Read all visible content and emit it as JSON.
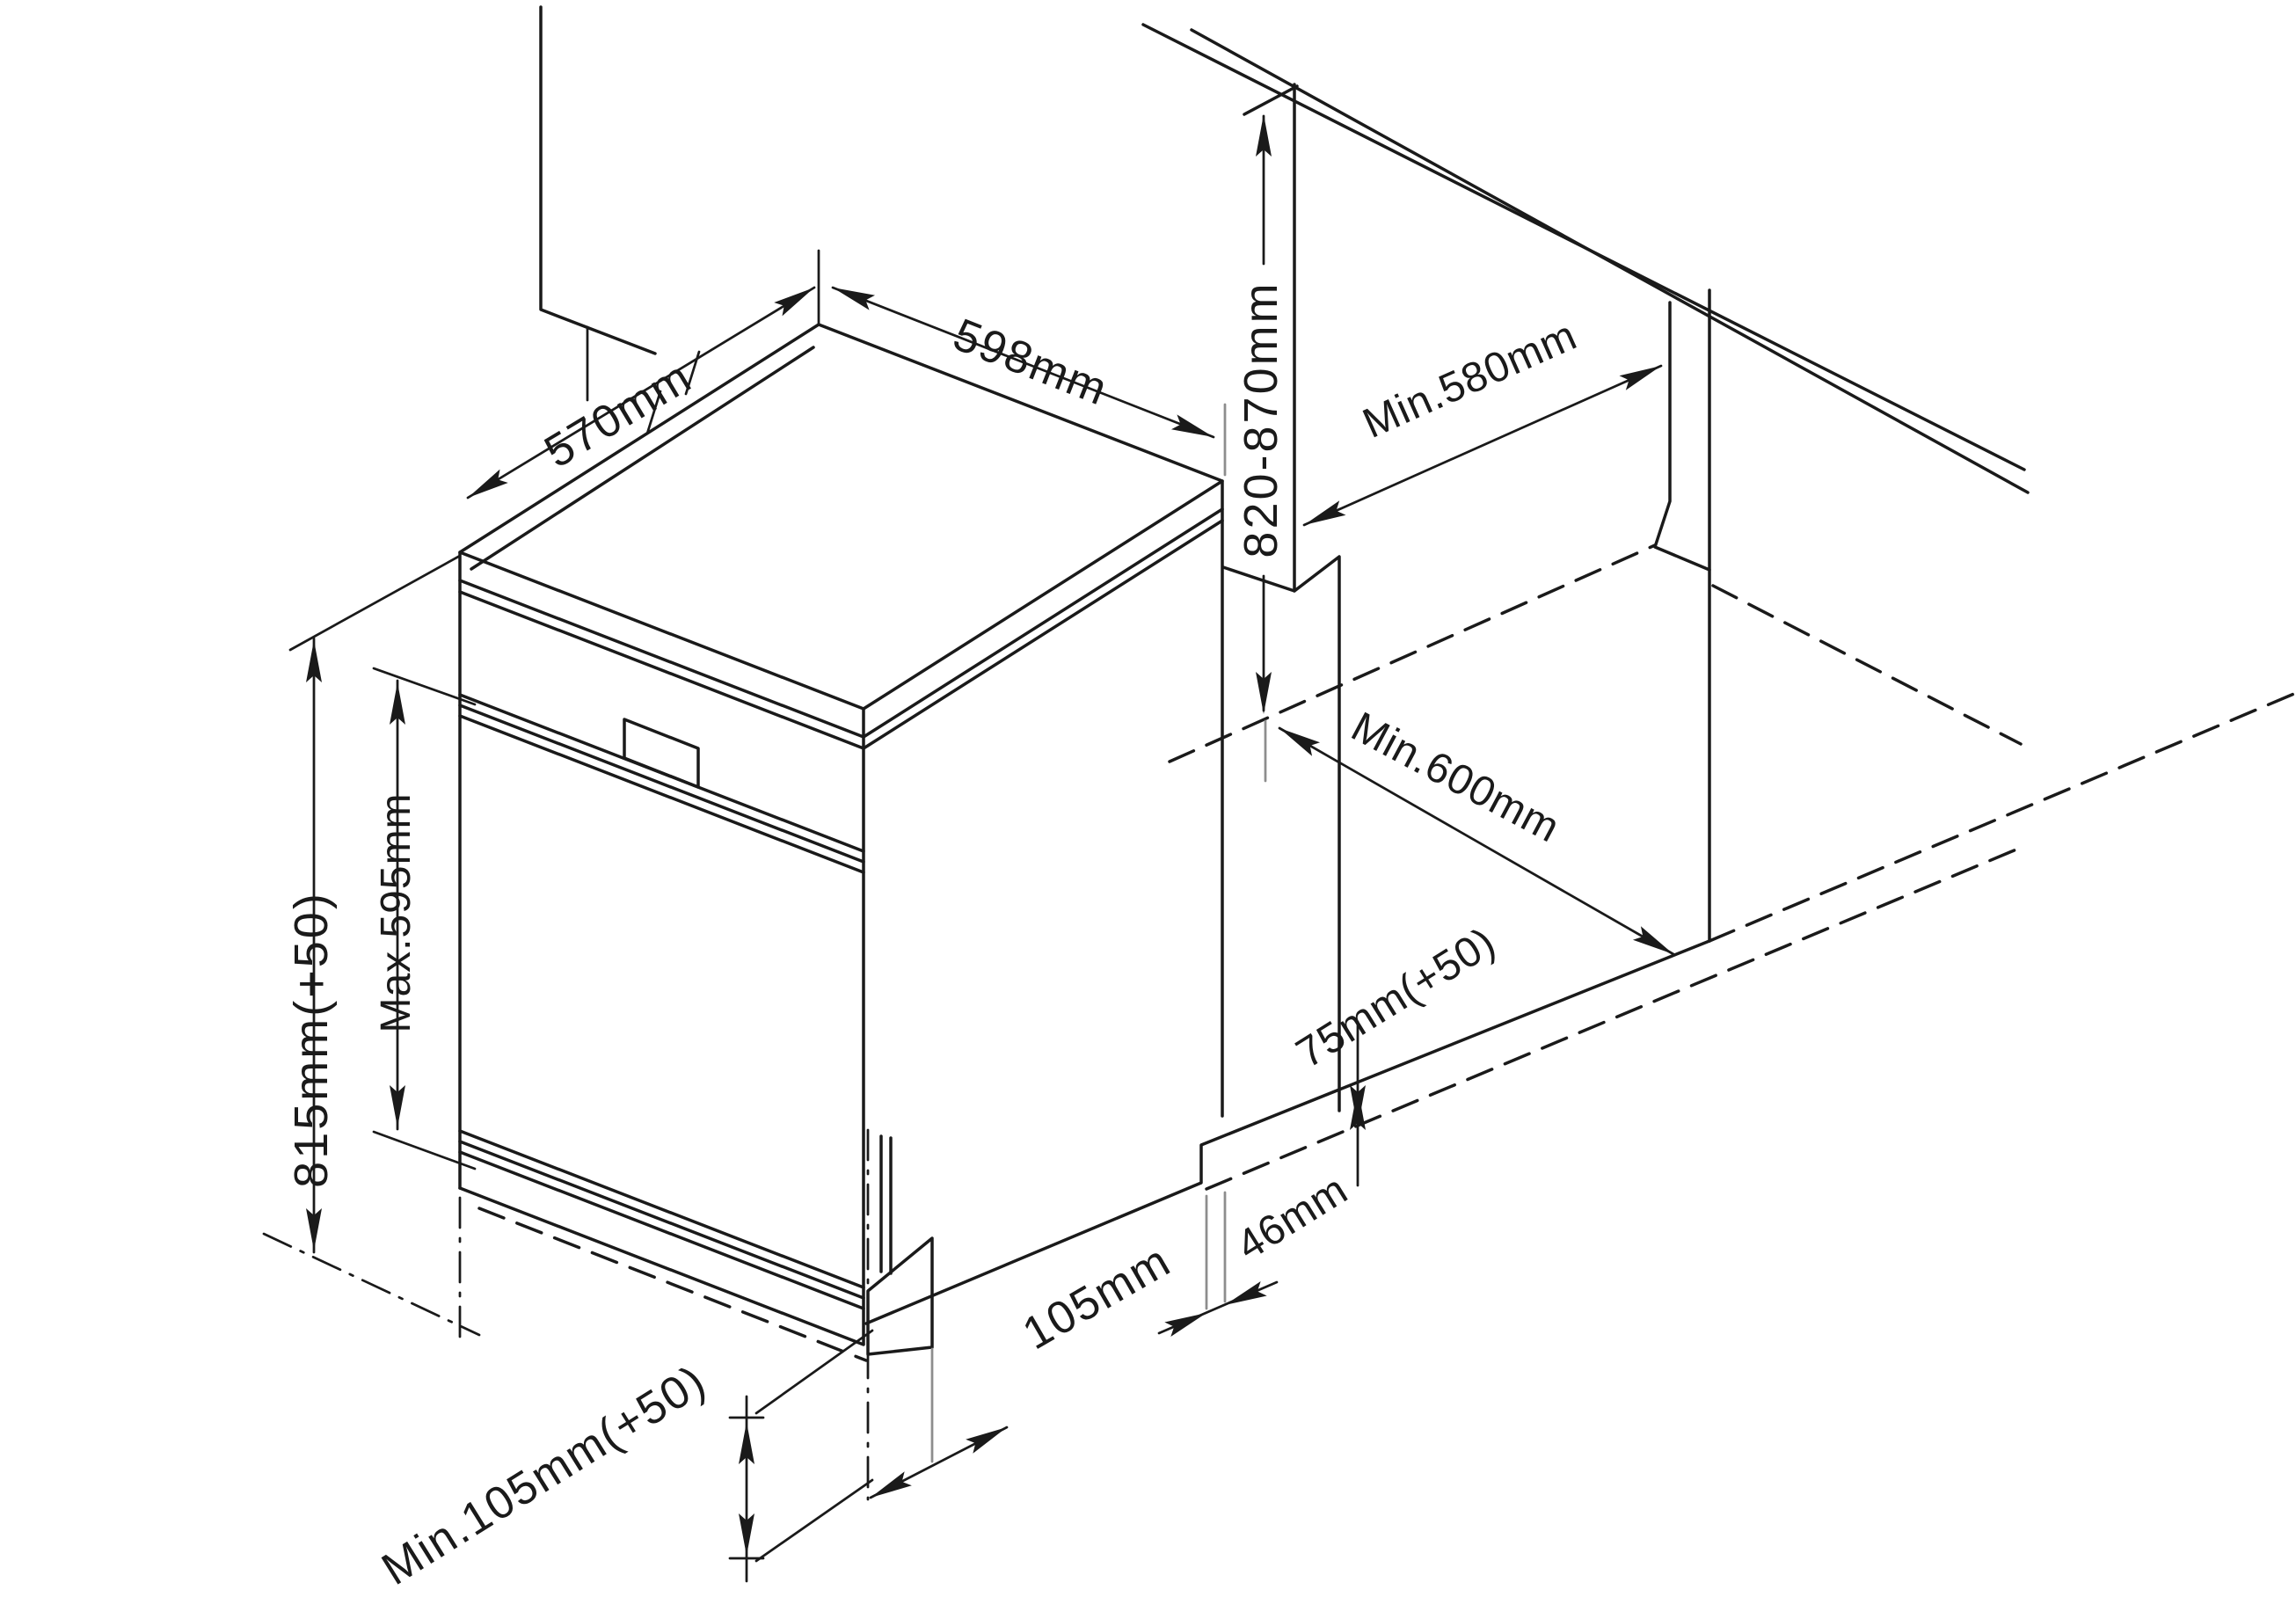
{
  "diagram": {
    "kind": "appliance-installation-dimension-drawing",
    "labels": {
      "depth_top": "570mm",
      "width_top": "598mm",
      "niche_height": "820-870mm",
      "niche_depth": "Min.580mm",
      "niche_width": "Min.600mm",
      "total_height": "815mm(+50)",
      "door_height": "Max.595mm",
      "rear_floor_offset": "75mm(+50)",
      "side_offset": "46mm",
      "plinth_front": "Min.105mm(+50)",
      "plinth_side": "105mm"
    }
  }
}
